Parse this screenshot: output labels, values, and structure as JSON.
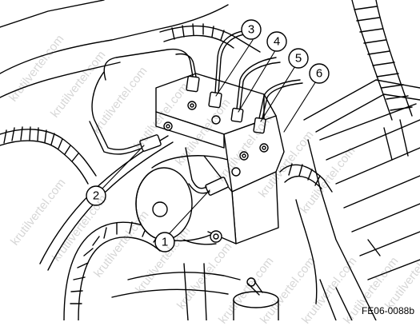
{
  "figure_code": "FE06-0088b",
  "watermark_text": "krutilvertel.com",
  "callouts": [
    "1",
    "2",
    "3",
    "4",
    "5",
    "6"
  ],
  "colors": {
    "line": "#000000",
    "fill": "#ffffff"
  }
}
